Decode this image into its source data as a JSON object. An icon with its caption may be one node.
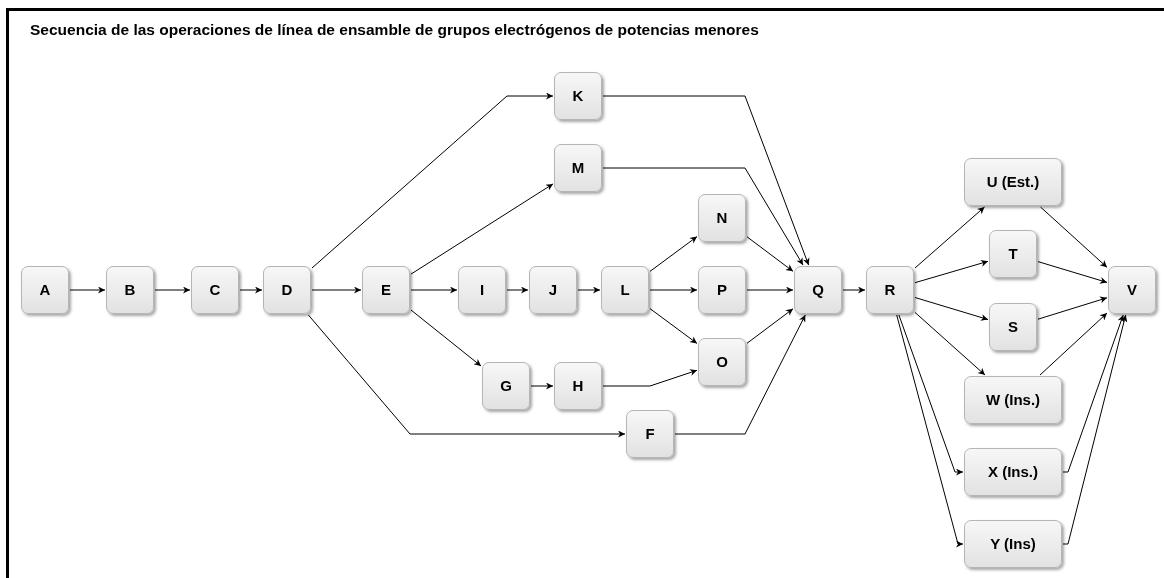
{
  "diagram": {
    "title": "Secuencia de las operaciones de línea de ensamble de grupos electrógenos de potencias menores",
    "nodes": [
      {
        "text": [
          "A"
        ]
      },
      {
        "text": [
          "B"
        ]
      },
      {
        "text": [
          "C"
        ]
      },
      {
        "text": [
          "D"
        ]
      },
      {
        "text": [
          "E"
        ]
      },
      {
        "text": [
          "K"
        ]
      },
      {
        "text": [
          "M"
        ]
      },
      {
        "text": [
          "I"
        ]
      },
      {
        "text": [
          "J"
        ]
      },
      {
        "text": [
          "G"
        ]
      },
      {
        "text": [
          "H"
        ]
      },
      {
        "text": [
          "F"
        ]
      },
      {
        "text": [
          "L"
        ]
      },
      {
        "text": [
          "N"
        ]
      },
      {
        "text": [
          "P"
        ]
      },
      {
        "text": [
          "O"
        ]
      },
      {
        "text": [
          "Q"
        ]
      },
      {
        "text": [
          "R"
        ]
      },
      {
        "text": [
          "U (Est.)"
        ]
      },
      {
        "text": [
          "T"
        ]
      },
      {
        "text": [
          "S"
        ]
      },
      {
        "text": [
          "W (Ins.)"
        ]
      },
      {
        "text": [
          "X (Ins.)"
        ]
      },
      {
        "text": [
          "Y (Ins)"
        ]
      },
      {
        "text": [
          "V"
        ]
      }
    ],
    "edges": [
      {
        "from": 0,
        "to": 1,
        "arrow": "to"
      },
      {
        "from": 1,
        "to": 2,
        "arrow": "to"
      },
      {
        "from": 2,
        "to": 3,
        "arrow": "to"
      },
      {
        "from": 3,
        "to": 4,
        "arrow": "to"
      },
      {
        "from": 3,
        "to": 5,
        "arrow": "to"
      },
      {
        "from": 3,
        "to": 11,
        "arrow": "to"
      },
      {
        "from": 4,
        "to": 6,
        "arrow": "to"
      },
      {
        "from": 4,
        "to": 7,
        "arrow": "to"
      },
      {
        "from": 4,
        "to": 9,
        "arrow": "to"
      },
      {
        "from": 7,
        "to": 8,
        "arrow": "to"
      },
      {
        "from": 8,
        "to": 12,
        "arrow": "to"
      },
      {
        "from": 9,
        "to": 10,
        "arrow": "to"
      },
      {
        "from": 10,
        "to": 15,
        "arrow": "to"
      },
      {
        "from": 12,
        "to": 13,
        "arrow": "to"
      },
      {
        "from": 12,
        "to": 14,
        "arrow": "to"
      },
      {
        "from": 12,
        "to": 15,
        "arrow": "to"
      },
      {
        "from": 5,
        "to": 16,
        "arrow": "to"
      },
      {
        "from": 6,
        "to": 16,
        "arrow": "to"
      },
      {
        "from": 13,
        "to": 16,
        "arrow": "to"
      },
      {
        "from": 14,
        "to": 16,
        "arrow": "to"
      },
      {
        "from": 15,
        "to": 16,
        "arrow": "to"
      },
      {
        "from": 11,
        "to": 16,
        "arrow": "to"
      },
      {
        "from": 16,
        "to": 17,
        "arrow": "to"
      },
      {
        "from": 17,
        "to": 18,
        "arrow": "to"
      },
      {
        "from": 17,
        "to": 19,
        "arrow": "to"
      },
      {
        "from": 17,
        "to": 20,
        "arrow": "to"
      },
      {
        "from": 17,
        "to": 21,
        "arrow": "to"
      },
      {
        "from": 17,
        "to": 22,
        "arrow": "to"
      },
      {
        "from": 17,
        "to": 23,
        "arrow": "to"
      },
      {
        "from": 18,
        "to": 24,
        "arrow": "to"
      },
      {
        "from": 19,
        "to": 24,
        "arrow": "to"
      },
      {
        "from": 20,
        "to": 24,
        "arrow": "to"
      },
      {
        "from": 21,
        "to": 24,
        "arrow": "to"
      },
      {
        "from": 22,
        "to": 24,
        "arrow": "to"
      },
      {
        "from": 23,
        "to": 24,
        "arrow": "to"
      }
    ]
  }
}
